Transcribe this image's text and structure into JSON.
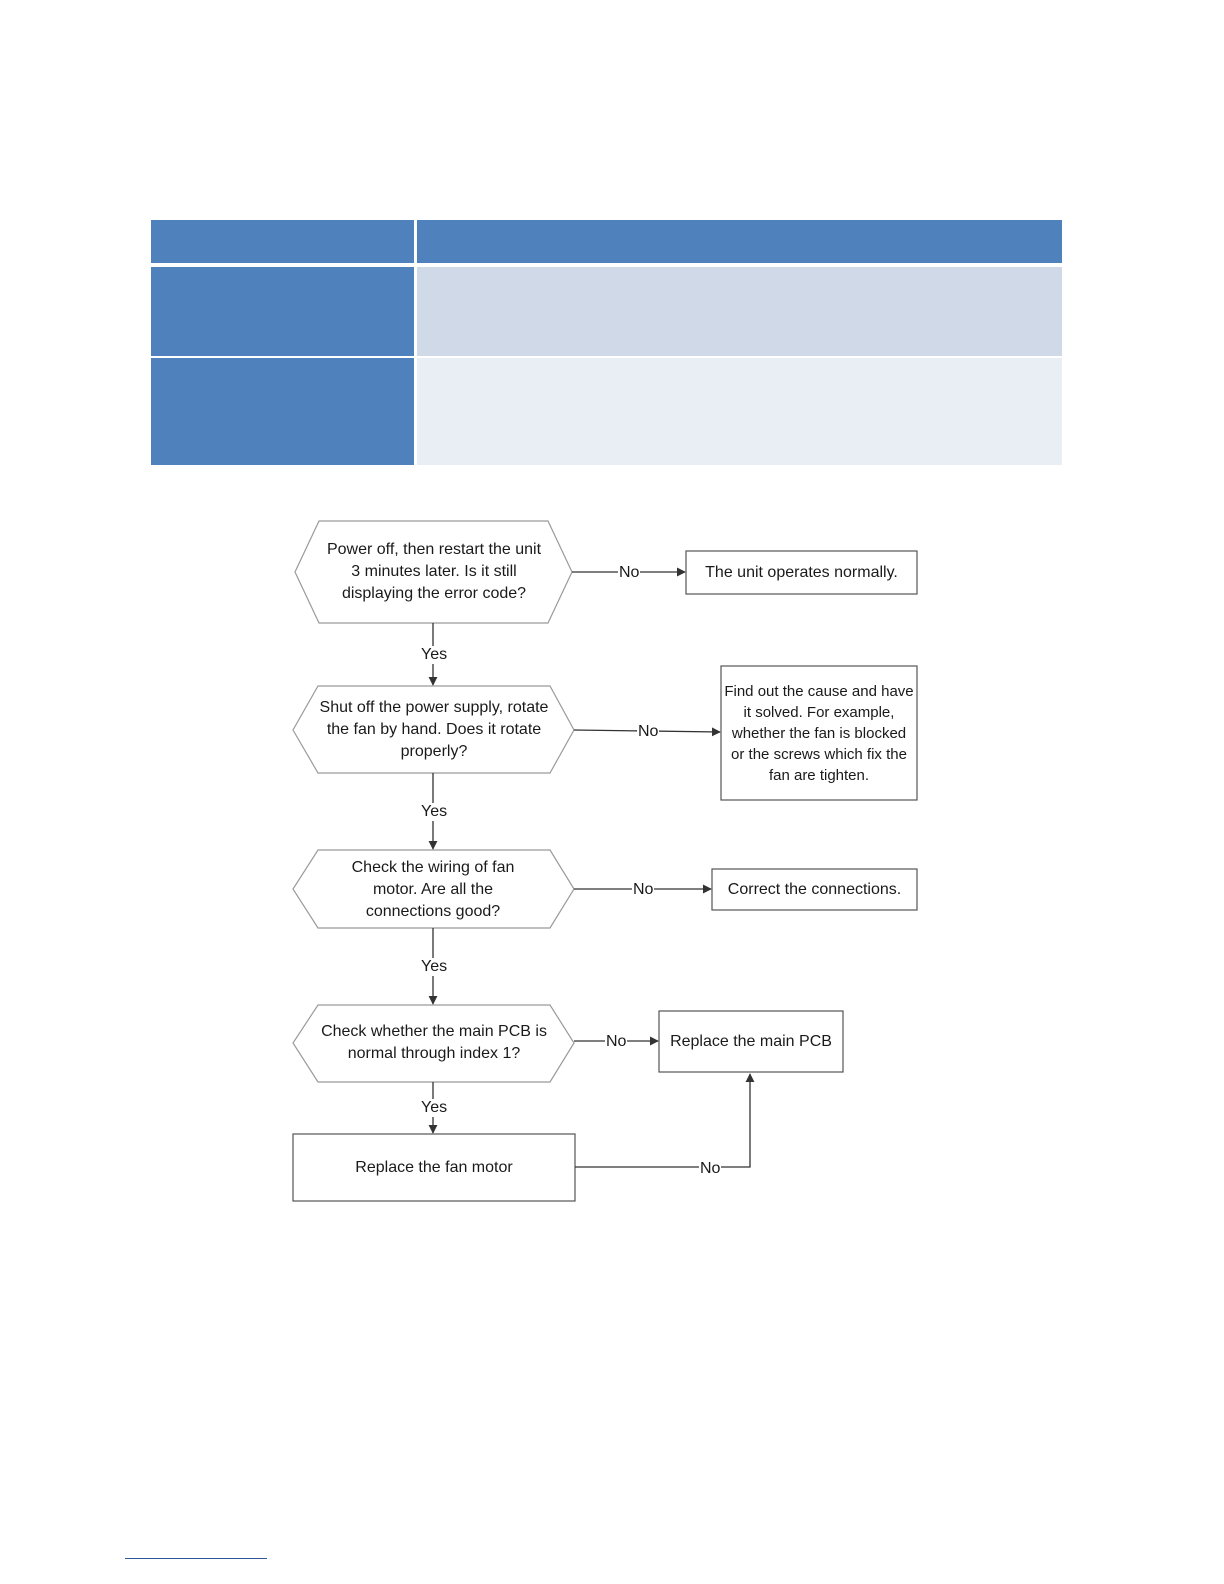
{
  "colors": {
    "header_blue": "#4f81bd",
    "row_mid": "#d0d9e8",
    "row_light": "#e9edf4",
    "line": "#333333",
    "hexagon_border": "#9a9a9a",
    "box_border": "#555555"
  },
  "flowchart": {
    "decisions": [
      {
        "id": "d1",
        "text": "Power off, then restart the unit 3 minutes later. Is it still displaying the error code?"
      },
      {
        "id": "d2",
        "text": "Shut off the power supply, rotate the fan by hand. Does it rotate properly?"
      },
      {
        "id": "d3",
        "text": "Check the wiring of fan motor. Are all the connections good?"
      },
      {
        "id": "d4",
        "text": "Check whether the main PCB is normal through index 1?"
      }
    ],
    "actions": [
      {
        "id": "a1",
        "text": "The unit operates normally."
      },
      {
        "id": "a2",
        "text": "Find out the cause and have it solved. For example, whether the fan is blocked or the screws which fix the fan are tighten."
      },
      {
        "id": "a3",
        "text": "Correct the connections."
      },
      {
        "id": "a4",
        "text": "Replace the main PCB"
      },
      {
        "id": "a5",
        "text": "Replace the fan motor"
      }
    ],
    "edge_labels": {
      "yes": "Yes",
      "no": "No"
    }
  }
}
